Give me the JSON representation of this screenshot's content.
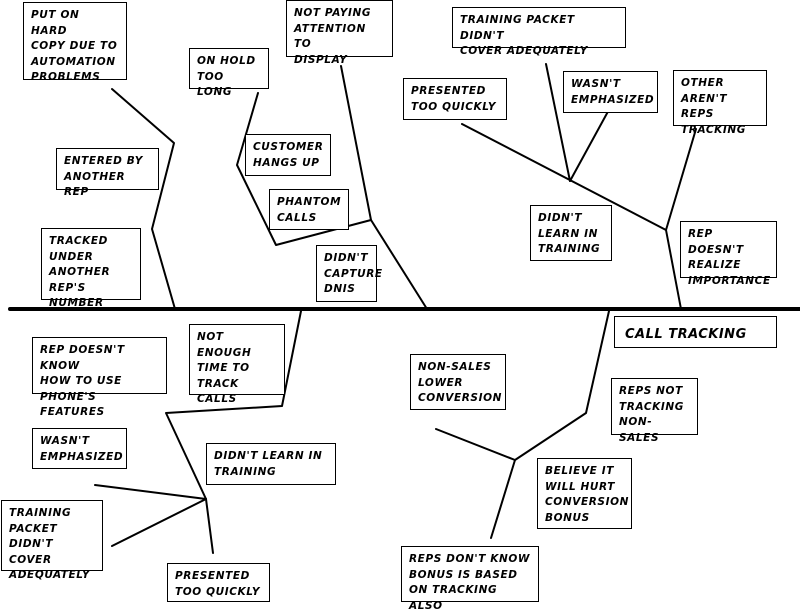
{
  "effect": "CALL TRACKING",
  "causes": {
    "hard_copy": "PUT ON HARD\nCOPY DUE TO\nAUTOMATION\nPROBLEMS",
    "entered_by_another": "ENTERED BY\nANOTHER REP",
    "tracked_under_another": "TRACKED\nUNDER\nANOTHER\nREP'S NUMBER",
    "on_hold": "ON HOLD\nTOO LONG",
    "not_paying_attention": "NOT PAYING\nATTENTION TO\nDISPLAY",
    "customer_hangs_up": "CUSTOMER\nHANGS UP",
    "phantom_calls": "PHANTOM\nCALLS",
    "didnt_capture_dnis": "DIDN'T\nCAPTURE\nDNIS",
    "training_packet_top": "TRAINING PACKET DIDN'T\nCOVER ADEQUATELY",
    "presented_quickly_top": "PRESENTED\nTOO QUICKLY",
    "wasnt_emphasized_top": "WASN'T\nEMPHASIZED",
    "other_arent_tracking": "OTHER\nAREN'T REPS\nTRACKING",
    "didnt_learn_training_top": "DIDN'T\nLEARN IN\nTRAINING",
    "rep_doesnt_realize": "REP DOESN'T\nREALIZE\nIMPORTANCE",
    "not_enough_time": "NOT\nENOUGH\nTIME TO\nTRACK CALLS",
    "rep_doesnt_know_phone": "REP DOESN'T KNOW\nHOW TO USE\nPHONE'S FEATURES",
    "wasnt_emphasized_bottom": "WASN'T\nEMPHASIZED",
    "didnt_learn_training_bottom": "DIDN'T LEARN IN\nTRAINING",
    "training_packet_bottom": "TRAINING\nPACKET\nDIDN'T COVER\nADEQUATELY",
    "presented_quickly_bottom": "PRESENTED\nTOO QUICKLY",
    "non_sales_lower": "NON-SALES\nLOWER\nCONVERSION",
    "reps_not_tracking": "REPS NOT\nTRACKING\nNON-SALES",
    "believe_hurt_bonus": "BELIEVE IT\nWILL HURT\nCONVERSION\nBONUS",
    "reps_dont_know_bonus": "REPS DON'T KNOW\nBONUS IS  BASED\nON TRACKING ALSO"
  }
}
